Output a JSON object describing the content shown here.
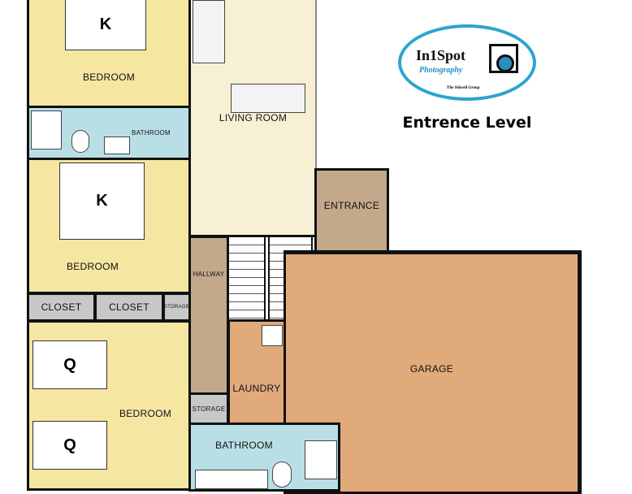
{
  "title": "Entrence Level",
  "logo": {
    "brand": "In1Spot",
    "sub": "Photography",
    "group": "The Sidwell Group"
  },
  "rooms": {
    "bedroom_top": "BEDROOM",
    "bathroom_top": "BATHROOM",
    "bedroom_mid": "BEDROOM",
    "closet1": "CLOSET",
    "closet2": "CLOSET",
    "storage1": "STORAGE",
    "bedroom_bottom": "BEDROOM",
    "living_room": "LIVING ROOM",
    "hallway": "HALLWAY",
    "entrance": "ENTRANCE",
    "garage": "GARAGE",
    "laundry": "LAUNDRY",
    "storage2": "STORAGE",
    "bathroom_bottom": "BATHROOM"
  },
  "beds": {
    "top": "K",
    "mid": "K",
    "q1": "Q",
    "q2": "Q"
  },
  "colors": {
    "bedroom": "#f5e6a2",
    "living": "#f8f0d4",
    "hall": "#c4a88a",
    "garage": "#e0aa7b",
    "bath": "#b8dfe6",
    "closet": "#c8c8c8"
  }
}
